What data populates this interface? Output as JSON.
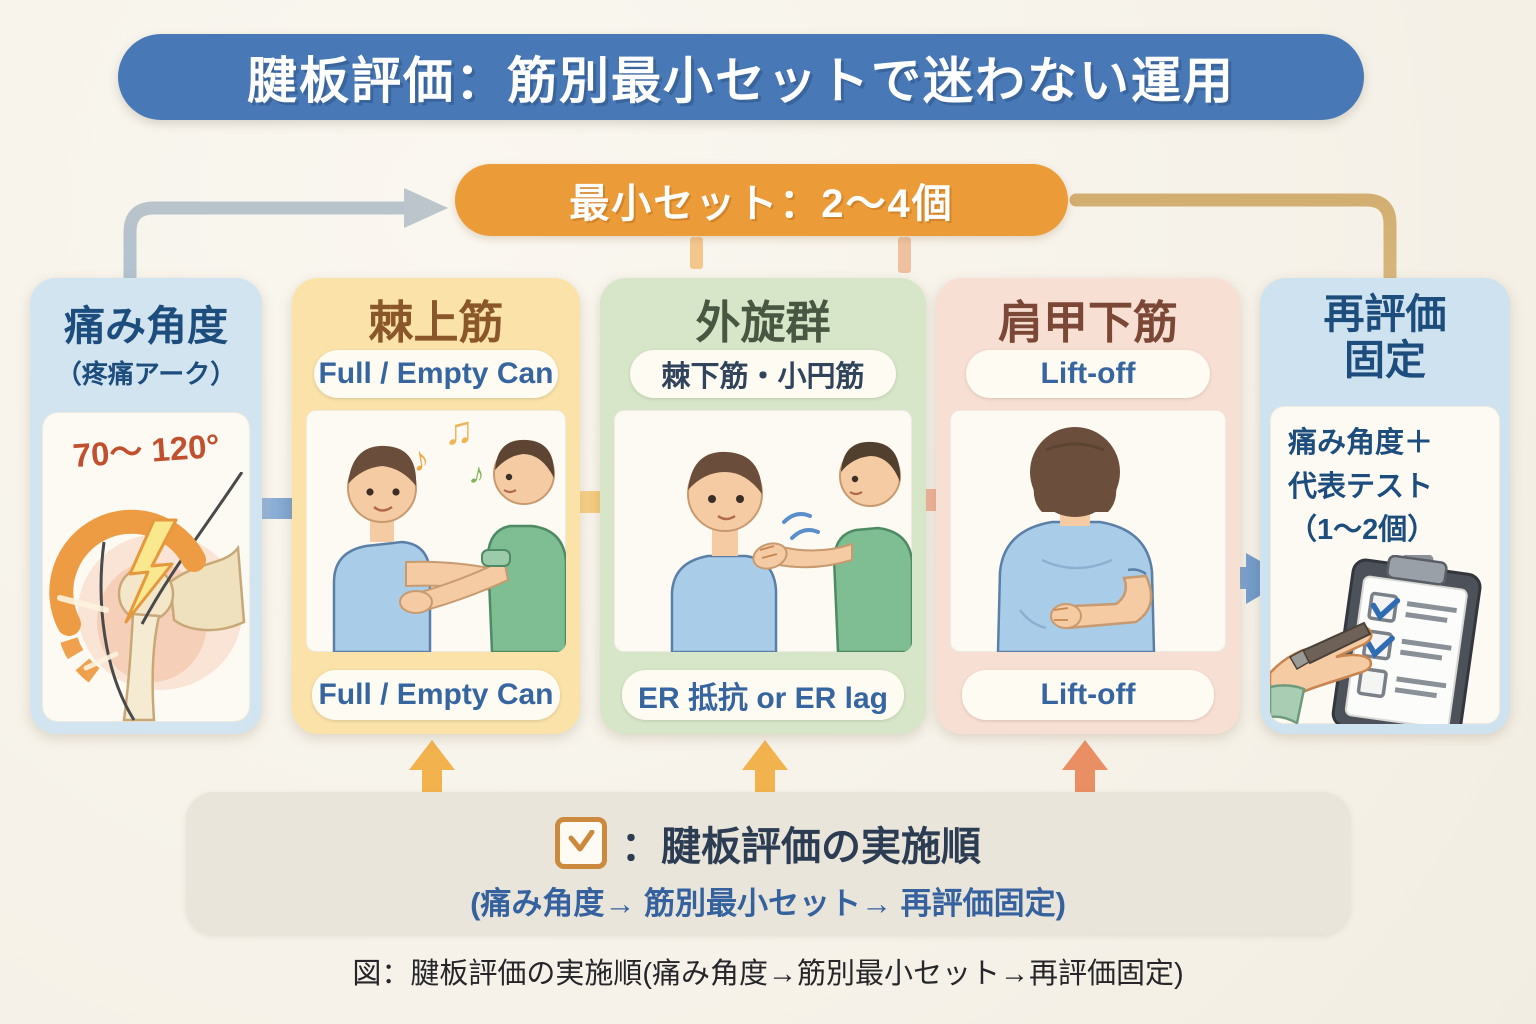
{
  "header": {
    "title": "腱板評価：筋別最小セットで迷わない運用"
  },
  "top_banner": {
    "label": "最小セット：2〜4個"
  },
  "cards": [
    {
      "title": "痛み角度",
      "subtitle": "（疼痛アーク）",
      "range_label": "70〜 120°"
    },
    {
      "title": "棘上筋",
      "test_label": "Full / Empty Can",
      "bottom_label": "Full / Empty Can"
    },
    {
      "title": "外旋群",
      "test_label": "棘下筋・小円筋",
      "bottom_label": "ER 抵抗 or ER lag"
    },
    {
      "title": "肩甲下筋",
      "test_label": "Lift-off",
      "bottom_label": "Lift-off"
    },
    {
      "title_line1": "再評価",
      "title_line2": "固定",
      "body_lines": [
        "痛み角度＋",
        "代表テスト",
        "（1〜2個）"
      ]
    }
  ],
  "legend": {
    "heading": "：腱板評価の実施順",
    "subheading": "(痛み角度→ 筋別最小セット→ 再評価固定)",
    "icon": "checkbox-check-icon"
  },
  "caption": "図：腱板評価の実施順(痛み角度→筋別最小セット→再評価固定)",
  "icons": {
    "flow_right": "arrow-right-icon",
    "flow_up": "arrow-up-icon",
    "pain_flash": "lightning-icon",
    "music": "music-note-icon",
    "checklist": "clipboard-checklist-icon"
  },
  "colors": {
    "title_bar": "#4879b6",
    "banner_orange": "#eb9b37",
    "card_pain_bg": "#d2e4f0",
    "card_supraspinatus_bg": "#fae2a8",
    "card_external_rotators_bg": "#d7e6c8",
    "card_subscapularis_bg": "#f8dfd3",
    "card_reassess_bg": "#cfe2ef",
    "navy_text": "#1d4d7d",
    "blue_test_text": "#36659f",
    "range_red": "#c0502e",
    "legend_bg": "#e9e5db",
    "legend_icon": "#cb8a3e"
  }
}
